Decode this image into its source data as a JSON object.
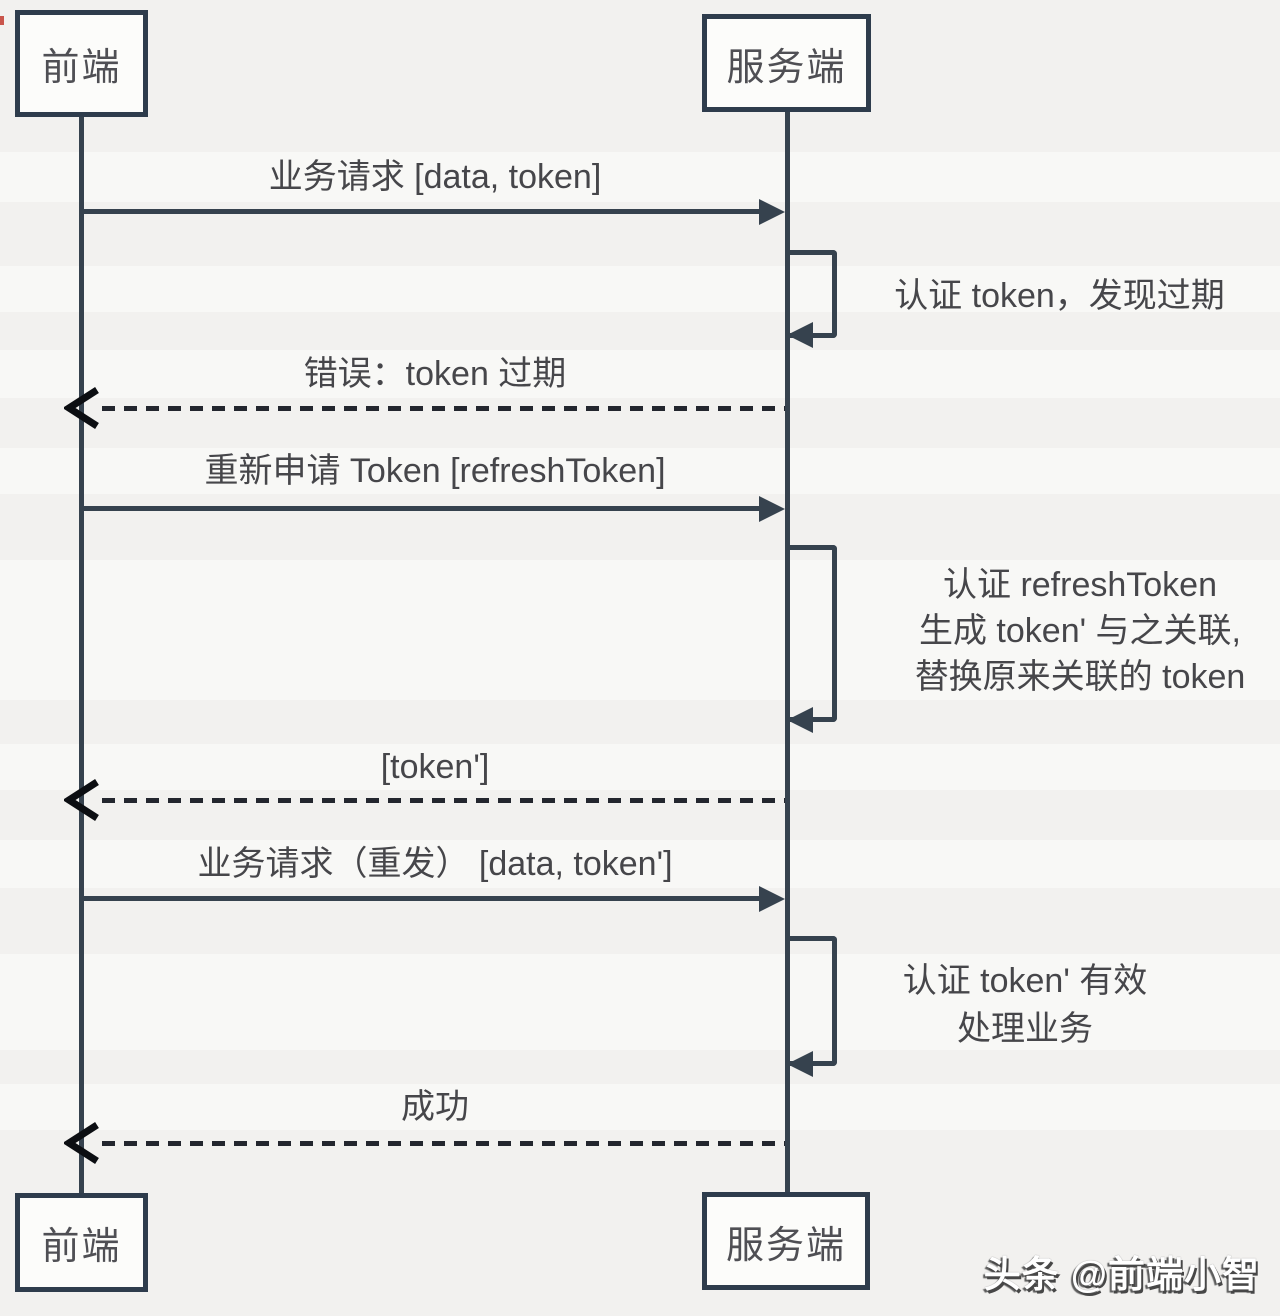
{
  "diagram": {
    "actors": {
      "frontend": "前端",
      "server": "服务端"
    },
    "messages": [
      {
        "type": "solid-right",
        "from": "前端",
        "to": "服务端",
        "label": "业务请求 [data, token]"
      },
      {
        "type": "self",
        "actor": "服务端",
        "label": "认证 token，发现过期"
      },
      {
        "type": "dashed-left",
        "from": "服务端",
        "to": "前端",
        "label": "错误：token 过期"
      },
      {
        "type": "solid-right",
        "from": "前端",
        "to": "服务端",
        "label": "重新申请 Token [refreshToken]"
      },
      {
        "type": "self",
        "actor": "服务端",
        "lines": [
          "认证 refreshToken",
          "生成 token' 与之关联,",
          "替换原来关联的 token"
        ]
      },
      {
        "type": "dashed-left",
        "from": "服务端",
        "to": "前端",
        "label": "[token']"
      },
      {
        "type": "solid-right",
        "from": "前端",
        "to": "服务端",
        "label": "业务请求（重发） [data, token']"
      },
      {
        "type": "self",
        "actor": "服务端",
        "lines": [
          "认证 token' 有效",
          "处理业务"
        ]
      },
      {
        "type": "dashed-left",
        "from": "服务端",
        "to": "前端",
        "label": "成功"
      }
    ],
    "watermark": "头条 @前端小智",
    "colors": {
      "line": "#36424e",
      "dash": "#23262e",
      "box_border": "#2e3c4c",
      "box_fill": "#fcfcfa",
      "label_text": "#46464a",
      "background": "#f2f1ef"
    }
  }
}
